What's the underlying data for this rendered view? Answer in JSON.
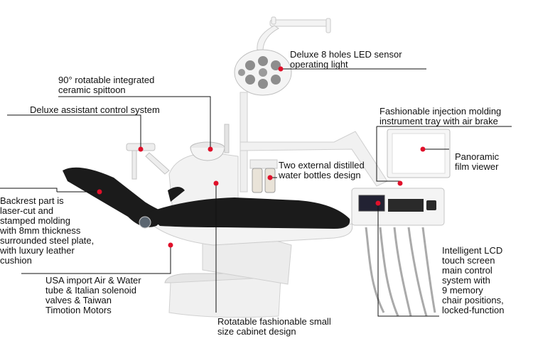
{
  "labels": {
    "operating_light": "Deluxe 8 holes LED sensor\noperating light",
    "spittoon": "90° rotatable integrated\nceramic spittoon",
    "assistant_control": "Deluxe assistant control system",
    "injection_tray": "Fashionable injection molding\ninstrument tray with air brake",
    "film_viewer": "Panoramic\nfilm viewer",
    "water_bottles": "Two external distilled\nwater bottles design",
    "backrest": "Backrest part is\nlaser-cut and\nstamped molding\nwith 8mm thickness\nsurrounded steel plate,\nwith luxury leather\ncushion",
    "lcd_screen": "Intelligent LCD\ntouch screen\nmain control\nsystem with\n9 memory\nchair positions,\nlocked-function",
    "usa_import": "USA import Air & Water\ntube & Italian solenoid\nvalves & Taiwan\nTimotion Motors",
    "cabinet": "Rotatable fashionable small\nsize cabinet design"
  },
  "colors": {
    "marker": "#e0102a",
    "leather": "#1b1b1b",
    "body_white": "#f2f2f2",
    "line": "#111111"
  }
}
